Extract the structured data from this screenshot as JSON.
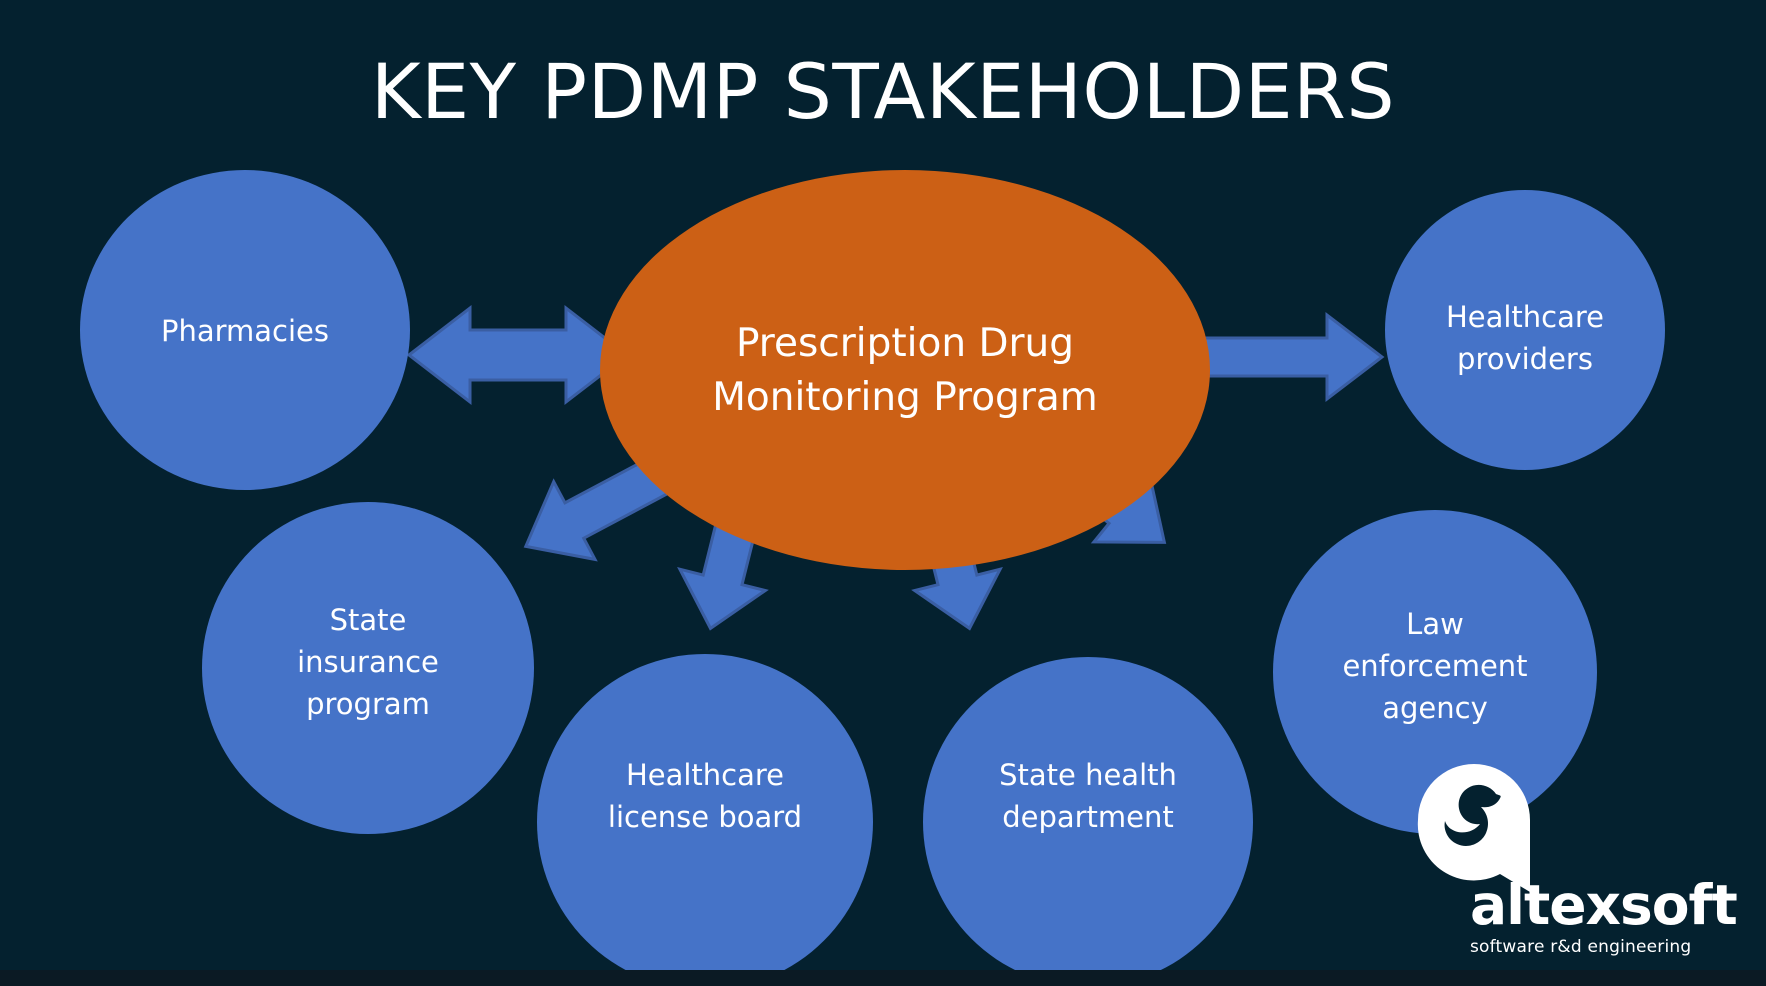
{
  "page": {
    "title": "KEY PDMP STAKEHOLDERS",
    "background_color": "#04212f"
  },
  "colors": {
    "background": "#04212f",
    "hub_fill": "#cc6015",
    "node_fill": "#4573c8",
    "arrow_fill": "#4573c8",
    "arrow_stroke": "#3a5ea3",
    "text": "#ffffff"
  },
  "hub": {
    "name": "prescription-drug-monitoring-program",
    "line1": "Prescription Drug",
    "line2": "Monitoring Program"
  },
  "nodes": [
    {
      "id": "pharmacies",
      "lines": [
        "Pharmacies"
      ]
    },
    {
      "id": "healthcare-providers",
      "lines": [
        "Healthcare",
        "providers"
      ]
    },
    {
      "id": "state-insurance-program",
      "lines": [
        "State",
        "insurance",
        "program"
      ]
    },
    {
      "id": "healthcare-license-board",
      "lines": [
        "Healthcare",
        "license board"
      ]
    },
    {
      "id": "state-health-department",
      "lines": [
        "State health",
        "department"
      ]
    },
    {
      "id": "law-enforcement-agency",
      "lines": [
        "Law",
        "enforcement",
        "agency"
      ]
    }
  ],
  "connections": [
    {
      "from": "prescription-drug-monitoring-program",
      "to": "pharmacies",
      "direction": "bidirectional"
    },
    {
      "from": "prescription-drug-monitoring-program",
      "to": "healthcare-providers",
      "direction": "one-way"
    },
    {
      "from": "prescription-drug-monitoring-program",
      "to": "state-insurance-program",
      "direction": "one-way"
    },
    {
      "from": "prescription-drug-monitoring-program",
      "to": "healthcare-license-board",
      "direction": "one-way"
    },
    {
      "from": "prescription-drug-monitoring-program",
      "to": "state-health-department",
      "direction": "one-way"
    },
    {
      "from": "prescription-drug-monitoring-program",
      "to": "law-enforcement-agency",
      "direction": "one-way"
    }
  ],
  "branding": {
    "name": "altexsoft",
    "tagline": "software r&d engineering",
    "mark": "altexsoft-speech-bubble-mark"
  }
}
